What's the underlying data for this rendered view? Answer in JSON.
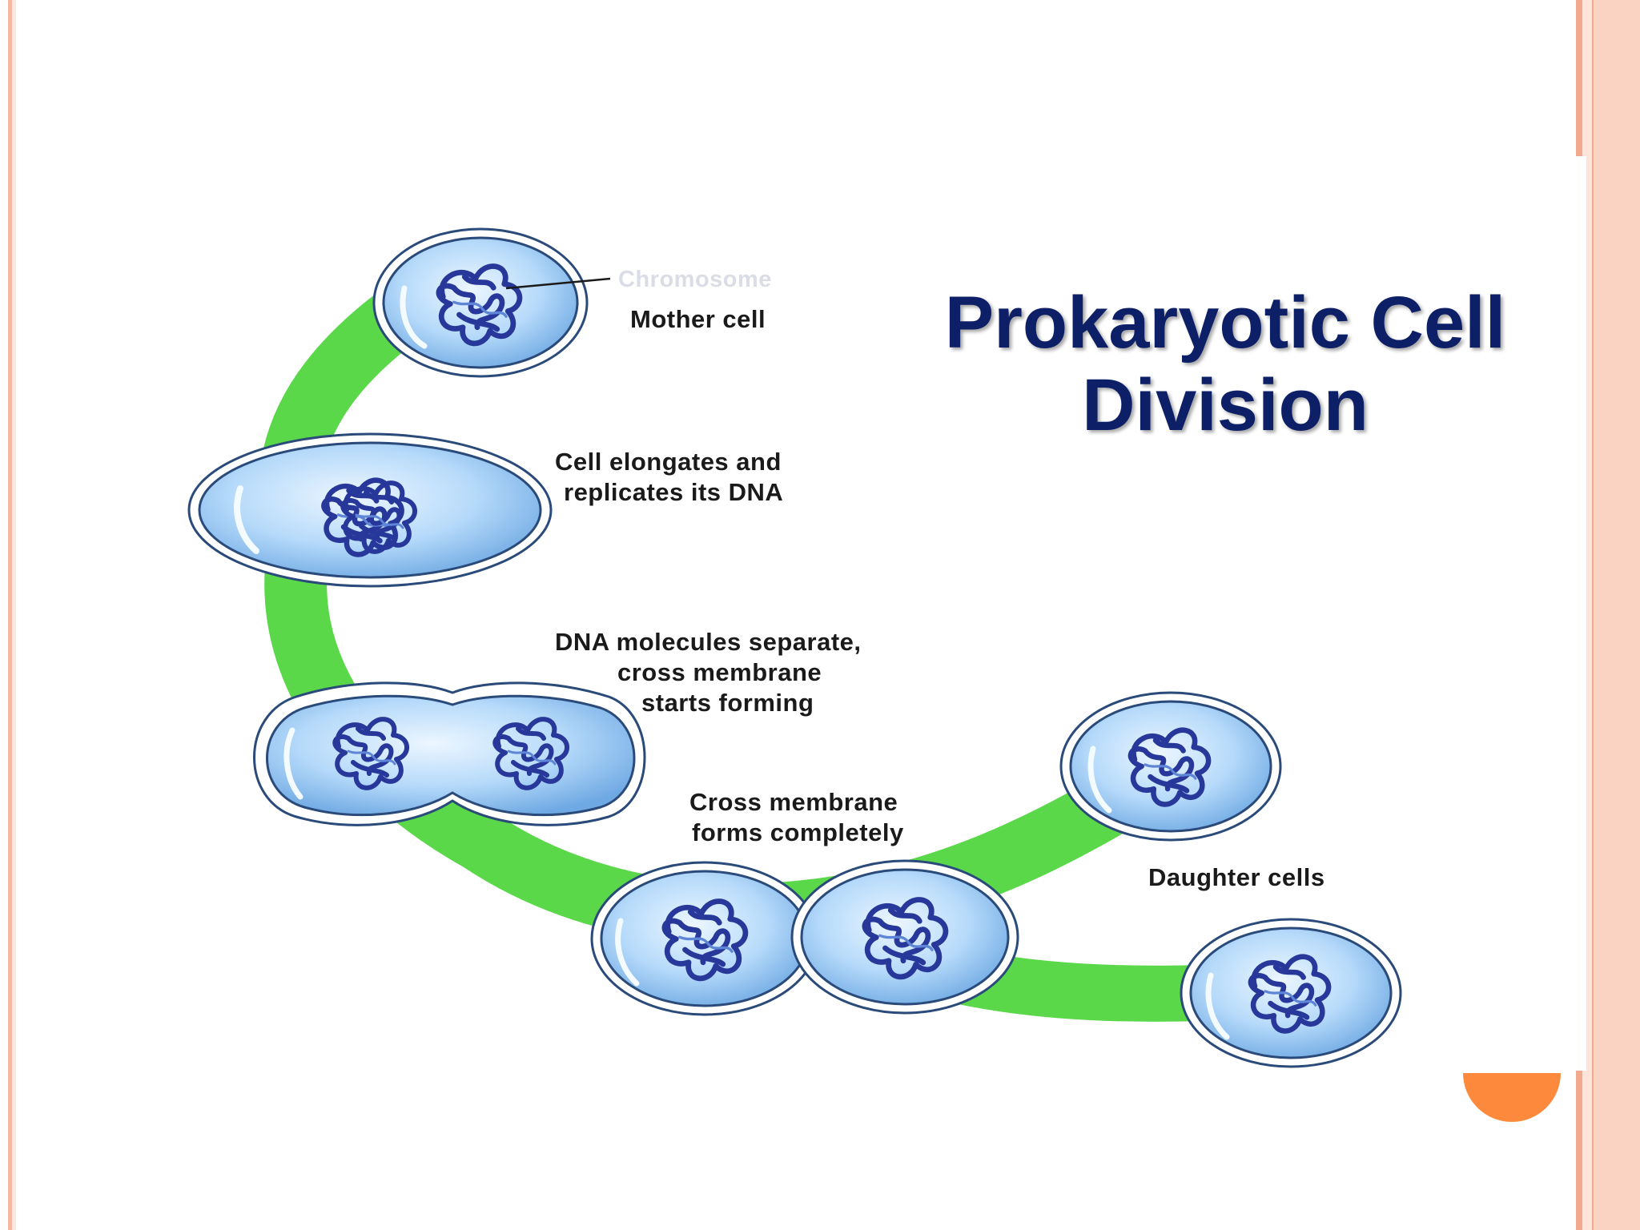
{
  "title": "Prokaryotic Cell Division",
  "labels": {
    "chromosome": "Chromosome",
    "mother_cell": "Mother cell",
    "elongate_1": "Cell elongates and",
    "elongate_2": "replicates its DNA",
    "separate_1": "DNA molecules separate,",
    "separate_2": "cross membrane",
    "separate_3": "starts forming",
    "cross_1": "Cross membrane",
    "cross_2": "forms completely",
    "daughter": "Daughter cells"
  },
  "colors": {
    "title": "#0d1f66",
    "pathway": "#5ad84a",
    "cell_fill": "#8fc3ef",
    "cell_outline": "#2a4a7a",
    "dna": "#27379a",
    "accent_orange": "#fd8a3c"
  }
}
